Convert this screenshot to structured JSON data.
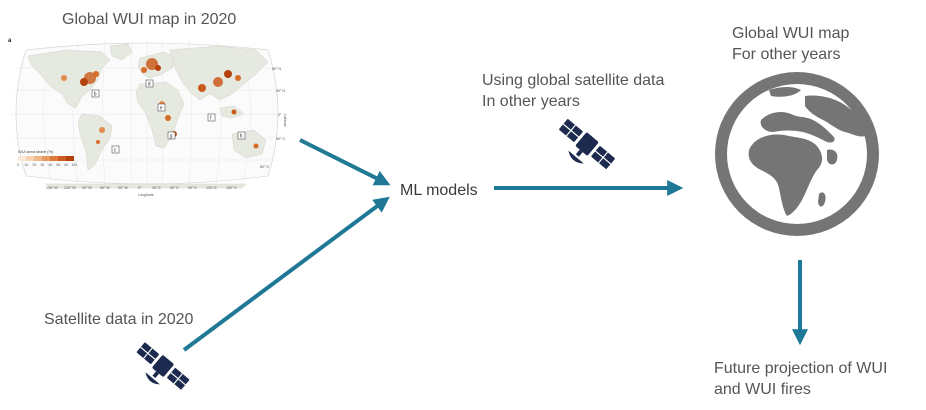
{
  "left_top": {
    "title": "Global WUI map in 2020",
    "map": {
      "panel_letter": "a",
      "axis_x_label": "Longitude",
      "axis_y_label": "Latitude",
      "legend_title": "WUI area share (%)",
      "legend_ticks": [
        "0",
        "10",
        "20",
        "30",
        "40",
        "50",
        "60",
        "100"
      ],
      "lon_ticks": [
        "150° W",
        "120° W",
        "90° W",
        "60° W",
        "30° W",
        "0°",
        "30° E",
        "60° E",
        "90° E",
        "120° E",
        "150° E"
      ],
      "lat_ticks": [
        "60° N",
        "30° N",
        "0°",
        "30° S",
        "60° S"
      ],
      "inset_letters": [
        "b",
        "c",
        "d",
        "e",
        "f",
        "g",
        "h"
      ],
      "land_color": "#e8ebe2",
      "wui_color_low": "#f3c9a6",
      "wui_color_high": "#b5420c"
    }
  },
  "left_bottom": {
    "title": "Satellite data in 2020"
  },
  "center": {
    "title": "ML models"
  },
  "top_middle": {
    "line1": "Using global satellite data",
    "line2": "In other years"
  },
  "right_top": {
    "line1": "Global WUI map",
    "line2": "For other years"
  },
  "right_bottom": {
    "line1": "Future projection of WUI",
    "line2": "and WUI fires"
  },
  "colors": {
    "arrow": "#1f7896",
    "satellite": "#1b2a4e",
    "globe": "#757575",
    "text": "#555555"
  }
}
